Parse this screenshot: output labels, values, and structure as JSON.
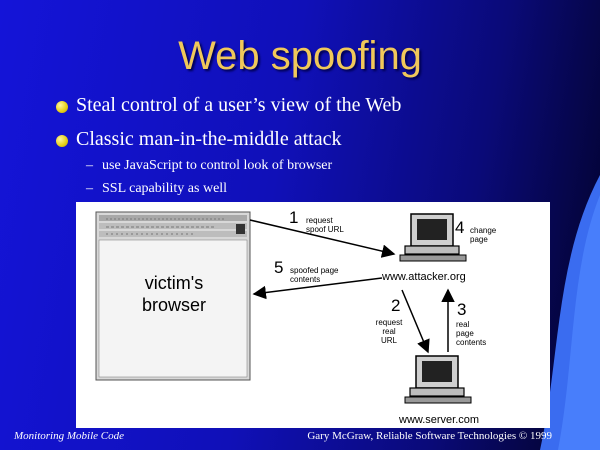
{
  "slide": {
    "title": "Web spoofing",
    "bullets": [
      "Steal control of a user’s view of the Web",
      "Classic man-in-the-middle attack"
    ],
    "sub_bullets": [
      "use JavaScript to control look of browser",
      "SSL capability as well"
    ],
    "dash": "–"
  },
  "diagram": {
    "victim_label": "victim's\nbrowser",
    "attacker_label": "www.attacker.org",
    "server_label": "www.server.com",
    "steps": [
      {
        "num": "1",
        "text": "request\nspoof URL"
      },
      {
        "num": "2",
        "text": "request\nreal\nURL"
      },
      {
        "num": "3",
        "text": "real\npage\ncontents"
      },
      {
        "num": "4",
        "text": "change\npage"
      },
      {
        "num": "5",
        "text": "spoofed page\ncontents"
      }
    ]
  },
  "footer": {
    "left": "Monitoring Mobile Code",
    "right": "Gary McGraw, Reliable Software Technologies © 1999"
  },
  "colors": {
    "background": "#1414d8",
    "title": "#f0c85a",
    "swoosh": "#3a6cf0",
    "bullet": "#e8d21c"
  }
}
